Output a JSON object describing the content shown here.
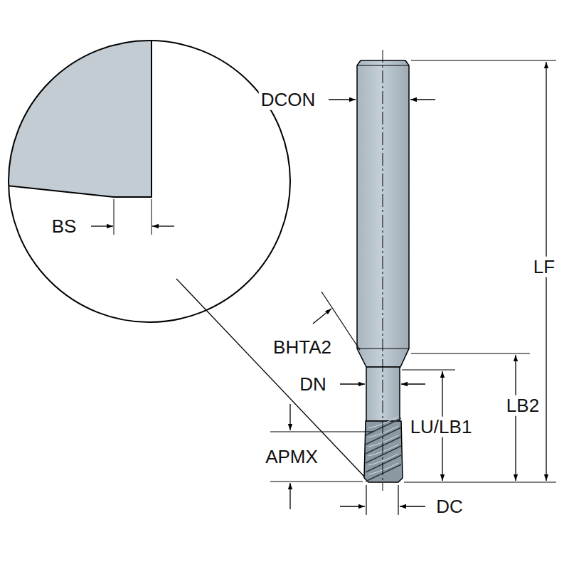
{
  "diagram": {
    "labels": [
      "DCON",
      "BS",
      "BHTA2",
      "DN",
      "LU/LB1",
      "LB2",
      "APMX",
      "LF",
      "DC"
    ]
  }
}
